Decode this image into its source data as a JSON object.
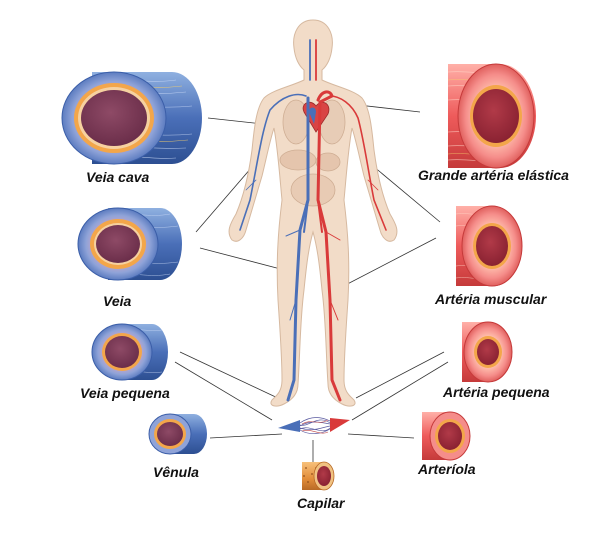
{
  "labels": {
    "veia_cava": "Veia cava",
    "veia": "Veia",
    "veia_pequena": "Veia pequena",
    "venula": "Vênula",
    "capilar": "Capilar",
    "grande_arteria": "Grande artéria elástica",
    "arteria_muscular": "Artéria muscular",
    "arteria_pequena": "Artéria pequena",
    "arteriola": "Arteríola"
  },
  "colors": {
    "vein": "#5b7fc4",
    "artery": "#e85a5a",
    "lumen": "#7a3a55",
    "artery_lumen": "#9b2a3a",
    "inner_ring": "#f2b35a",
    "skin": "#f2dcc8",
    "capillary": "#e8a04a"
  }
}
